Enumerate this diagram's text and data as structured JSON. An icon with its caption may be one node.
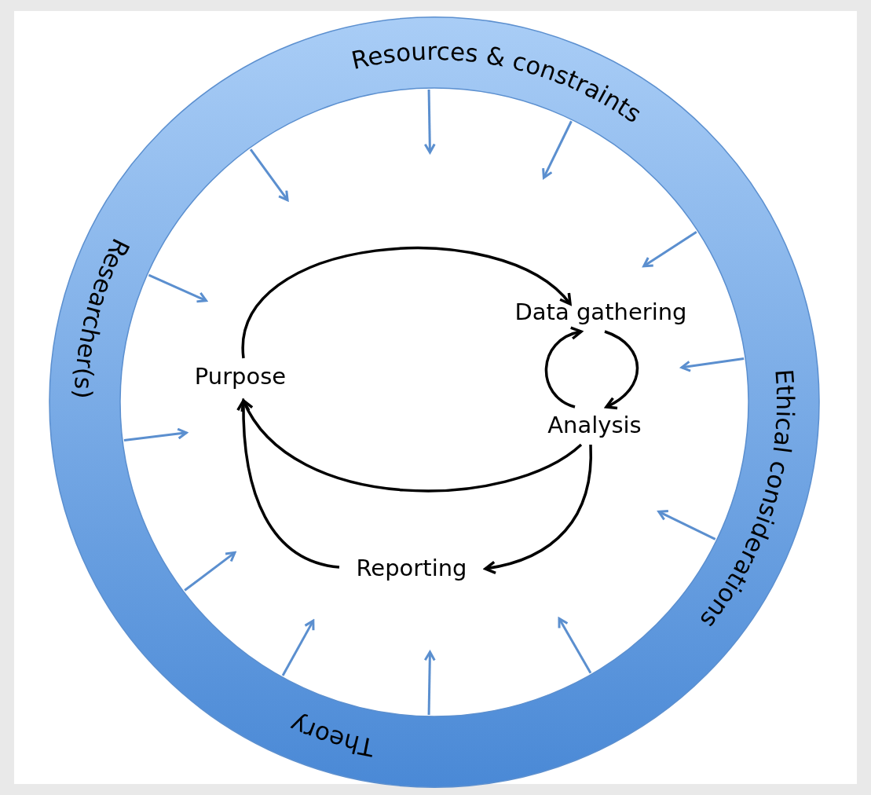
{
  "diagram": {
    "nodes": [
      {
        "text": [
          "Resources & constraints",
          "Researcher(s)",
          "Ethical considerations",
          "Theory"
        ]
      },
      {
        "text": [
          "Purpose"
        ],
        "in": 0
      },
      {
        "text": [
          "Data gathering"
        ],
        "in": 0
      },
      {
        "text": [
          "Analysis"
        ],
        "in": 0
      },
      {
        "text": [
          "Reporting"
        ],
        "in": 0
      }
    ],
    "edges": [
      {
        "from": 1,
        "to": 2,
        "arrow": "to"
      },
      {
        "from": 2,
        "to": 3,
        "arrow": "to"
      },
      {
        "from": 3,
        "to": 2,
        "arrow": "to"
      },
      {
        "from": 3,
        "to": 1,
        "arrow": "to"
      },
      {
        "from": 3,
        "to": 4,
        "arrow": "to"
      },
      {
        "from": 4,
        "to": 1,
        "arrow": "to"
      }
    ]
  }
}
